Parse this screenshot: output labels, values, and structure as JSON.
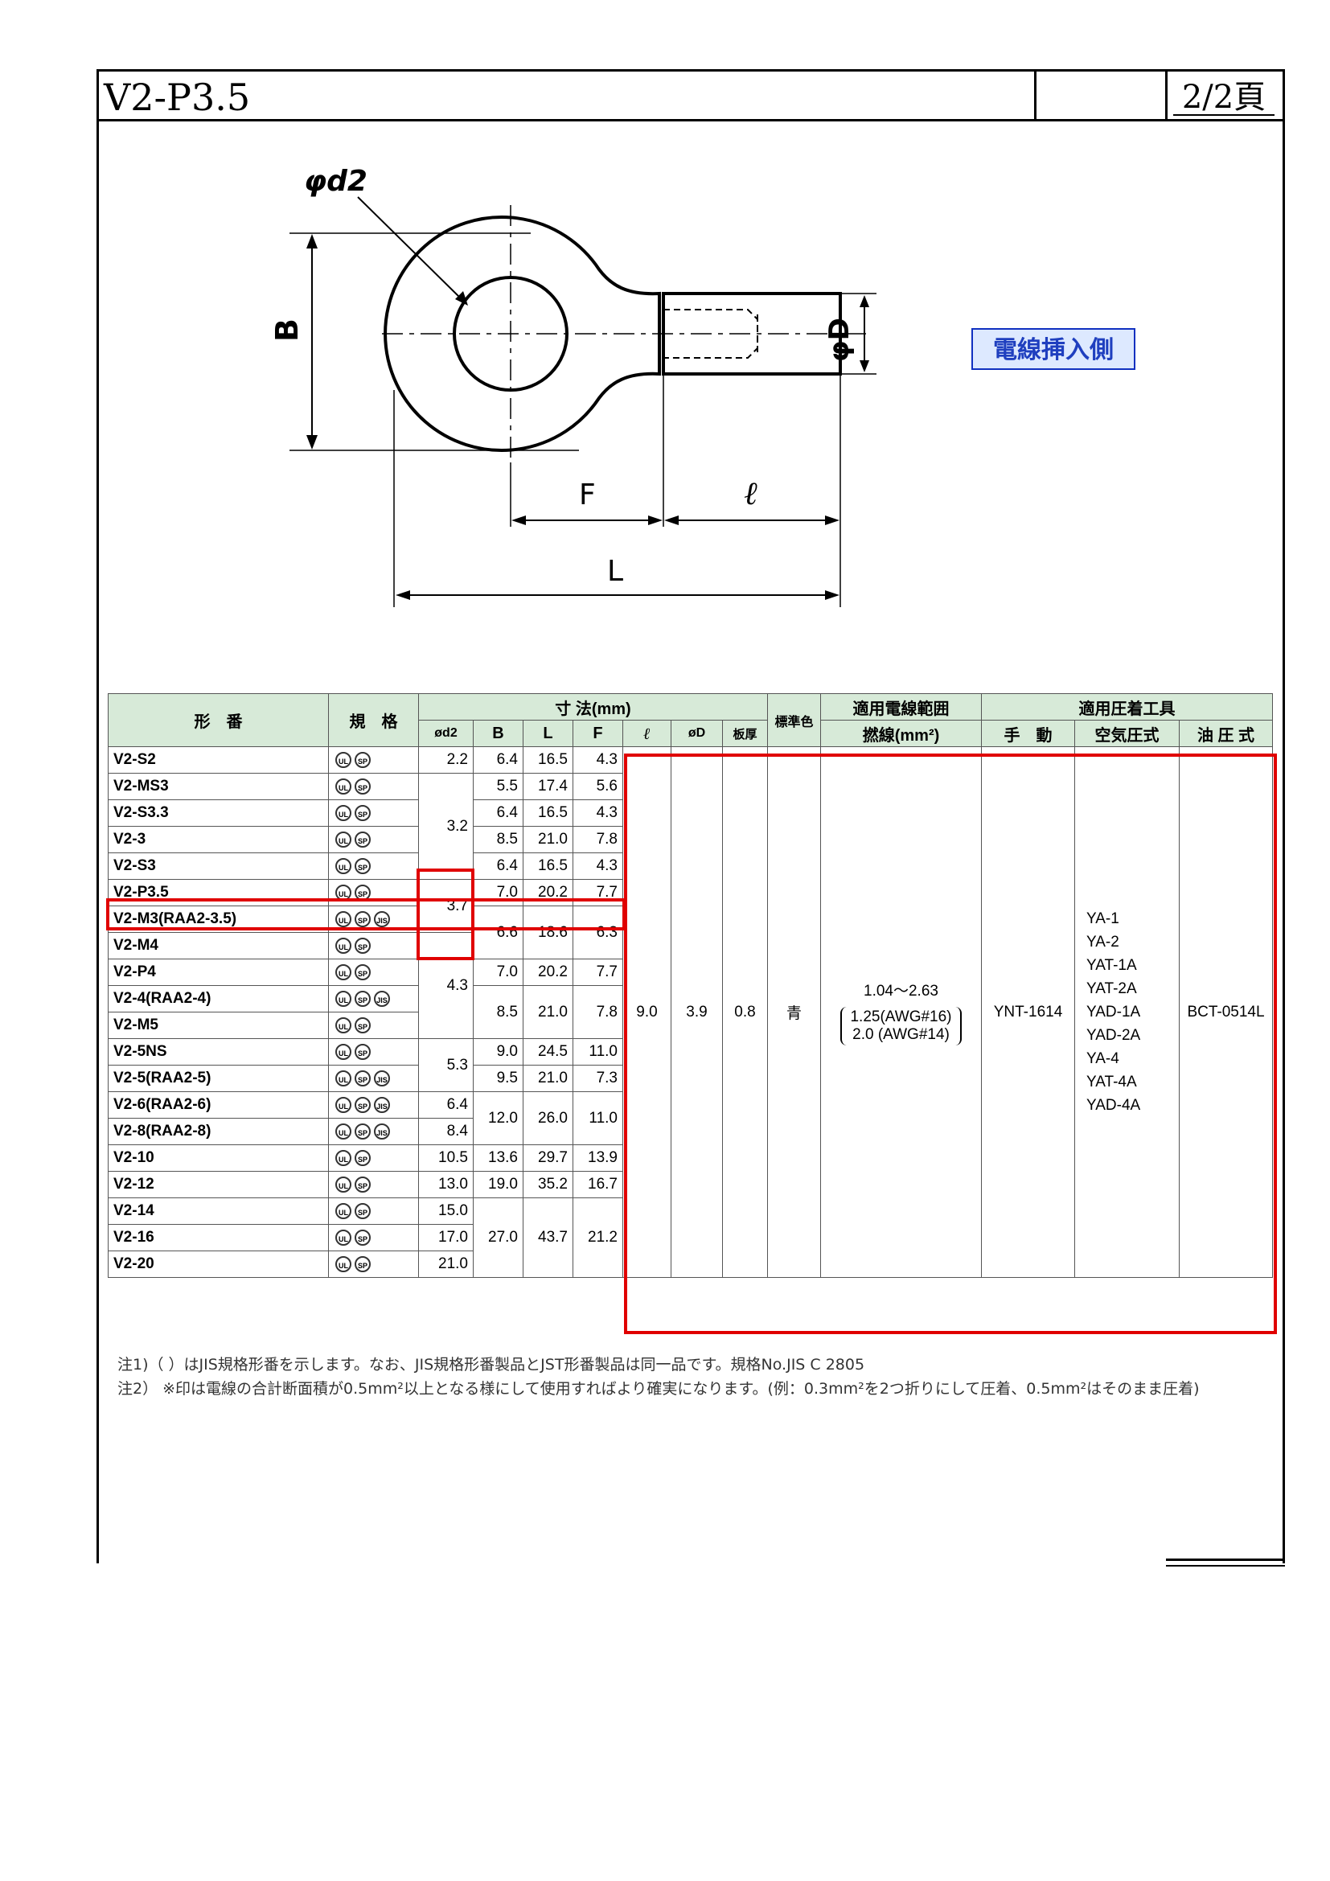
{
  "header": {
    "title": "V2-P3.5",
    "page": "2/2頁"
  },
  "diagram": {
    "labels": {
      "d2": "φd2",
      "B": "B",
      "D": "φD",
      "F": "F",
      "l": "ℓ",
      "L": "L"
    },
    "wire_side_label": "電線挿入側"
  },
  "table": {
    "headers": {
      "model": "形　番",
      "standard": "規　格",
      "dims": "寸 法(mm)",
      "d2": "ød2",
      "B": "B",
      "L": "L",
      "F": "F",
      "l": "ℓ",
      "D": "øD",
      "thick": "板厚",
      "color": "標準色",
      "wire_range": "適用電線範囲",
      "strand": "撚線(mm²)",
      "tools": "適用圧着工具",
      "manual": "手　動",
      "pneumatic": "空気圧式",
      "hydraulic": "油 圧 式"
    },
    "rows": [
      {
        "model": "V2-S2",
        "cert": [
          "UL",
          "SP"
        ],
        "d2": "2.2",
        "B": "6.4",
        "L": "16.5",
        "F": "4.3"
      },
      {
        "model": "V2-MS3",
        "cert": [
          "UL",
          "SP"
        ],
        "d2": "",
        "B": "5.5",
        "L": "17.4",
        "F": "5.6"
      },
      {
        "model": "V2-S3.3",
        "cert": [
          "UL",
          "SP"
        ],
        "d2": "3.2",
        "B": "6.4",
        "L": "16.5",
        "F": "4.3"
      },
      {
        "model": "V2-3",
        "cert": [
          "UL",
          "SP"
        ],
        "d2": "",
        "B": "8.5",
        "L": "21.0",
        "F": "7.8"
      },
      {
        "model": "V2-S3",
        "cert": [
          "UL",
          "SP"
        ],
        "d2": "",
        "B": "6.4",
        "L": "16.5",
        "F": "4.3"
      },
      {
        "model": "V2-P3.5",
        "cert": [
          "UL",
          "SP"
        ],
        "d2": "3.7",
        "B": "7.0",
        "L": "20.2",
        "F": "7.7"
      },
      {
        "model": "V2-M3(RAA2-3.5)",
        "cert": [
          "UL",
          "SP",
          "JIS"
        ],
        "d2": "",
        "B": "6.6",
        "L": "18.6",
        "F": "6.3"
      },
      {
        "model": "V2-M4",
        "cert": [
          "UL",
          "SP"
        ],
        "d2": "",
        "B": "",
        "L": "",
        "F": ""
      },
      {
        "model": "V2-P4",
        "cert": [
          "UL",
          "SP"
        ],
        "d2": "4.3",
        "B": "7.0",
        "L": "20.2",
        "F": "7.7"
      },
      {
        "model": "V2-4(RAA2-4)",
        "cert": [
          "UL",
          "SP",
          "JIS"
        ],
        "d2": "",
        "B": "8.5",
        "L": "21.0",
        "F": "7.8"
      },
      {
        "model": "V2-M5",
        "cert": [
          "UL",
          "SP"
        ],
        "d2": "",
        "B": "",
        "L": "",
        "F": ""
      },
      {
        "model": "V2-5NS",
        "cert": [
          "UL",
          "SP"
        ],
        "d2": "5.3",
        "B": "9.0",
        "L": "24.5",
        "F": "11.0"
      },
      {
        "model": "V2-5(RAA2-5)",
        "cert": [
          "UL",
          "SP",
          "JIS"
        ],
        "d2": "",
        "B": "9.5",
        "L": "21.0",
        "F": "7.3"
      },
      {
        "model": "V2-6(RAA2-6)",
        "cert": [
          "UL",
          "SP",
          "JIS"
        ],
        "d2": "6.4",
        "B": "12.0",
        "L": "26.0",
        "F": "11.0"
      },
      {
        "model": "V2-8(RAA2-8)",
        "cert": [
          "UL",
          "SP",
          "JIS"
        ],
        "d2": "8.4",
        "B": "",
        "L": "",
        "F": ""
      },
      {
        "model": "V2-10",
        "cert": [
          "UL",
          "SP"
        ],
        "d2": "10.5",
        "B": "13.6",
        "L": "29.7",
        "F": "13.9"
      },
      {
        "model": "V2-12",
        "cert": [
          "UL",
          "SP"
        ],
        "d2": "13.0",
        "B": "19.0",
        "L": "35.2",
        "F": "16.7"
      },
      {
        "model": "V2-14",
        "cert": [
          "UL",
          "SP"
        ],
        "d2": "15.0",
        "B": "27.0",
        "L": "43.7",
        "F": "21.2"
      },
      {
        "model": "V2-16",
        "cert": [
          "UL",
          "SP"
        ],
        "d2": "17.0",
        "B": "",
        "L": "",
        "F": ""
      },
      {
        "model": "V2-20",
        "cert": [
          "UL",
          "SP"
        ],
        "d2": "21.0",
        "B": "",
        "L": "",
        "F": ""
      }
    ],
    "common": {
      "l": "9.0",
      "D": "3.9",
      "thick": "0.8",
      "color": "青",
      "wire_range_main": "1.04〜2.63",
      "wire_range_1": "1.25(AWG#16)",
      "wire_range_2": "2.0 (AWG#14)",
      "manual": "YNT-1614",
      "pneumatic": [
        "YA-1",
        "YA-2",
        "YAT-1A",
        "YAT-2A",
        "YAD-1A",
        "YAD-2A",
        "YA-4",
        "YAT-4A",
        "YAD-4A"
      ],
      "hydraulic": "BCT-0514L"
    }
  },
  "notes": {
    "n1": "注1)（ ）はJIS規格形番を示します。なお、JIS規格形番製品とJST形番製品は同一品です。規格No.JIS C 2805",
    "n2": "注2） ※印は電線の合計断面積が0.5mm²以上となる様にして使用すればより確実になります。(例：0.3mm²を2つ折りにして圧着、0.5mm²はそのまま圧着)"
  }
}
